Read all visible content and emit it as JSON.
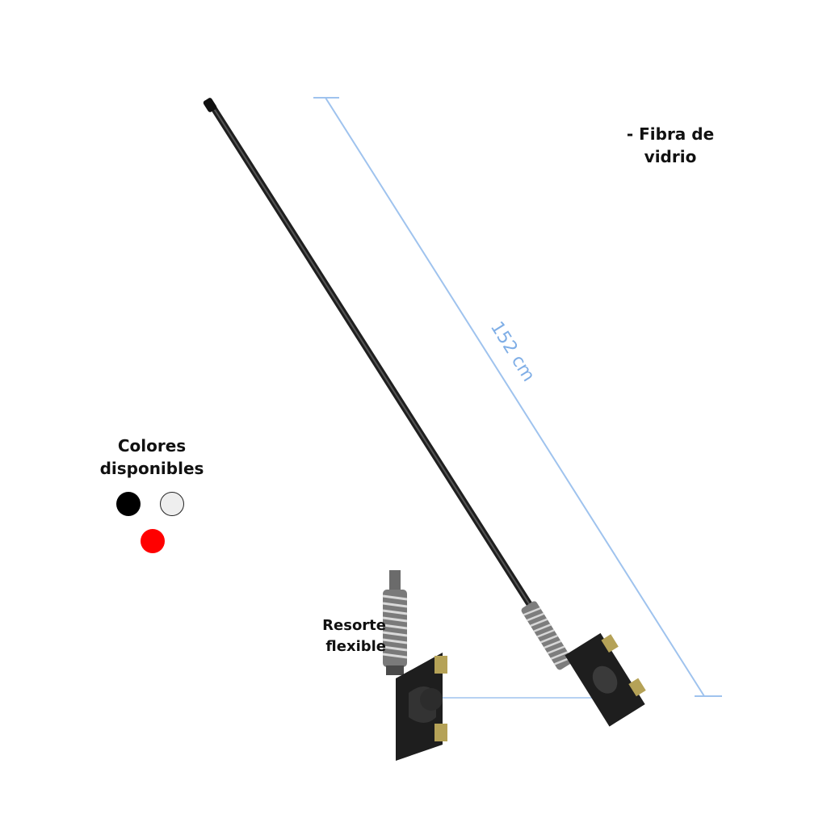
{
  "labels": {
    "material_line1": "- Fibra de",
    "material_line2": "vidrio",
    "colors_line1": "Colores",
    "colors_line2": "disponibles",
    "spring_line1": "Resorte",
    "spring_line2": "flexible",
    "length": "152 cm"
  },
  "swatches": {
    "black": "#000000",
    "white": "#eeeeee",
    "red": "#ff0000"
  },
  "colors": {
    "dimension_line": "#9fc3ee",
    "dimension_text": "#7faee6",
    "antenna": "#2a2a2a",
    "bracket": "#1e1e1e",
    "spring": "#8a8a8a",
    "bolt": "#b5a257"
  }
}
